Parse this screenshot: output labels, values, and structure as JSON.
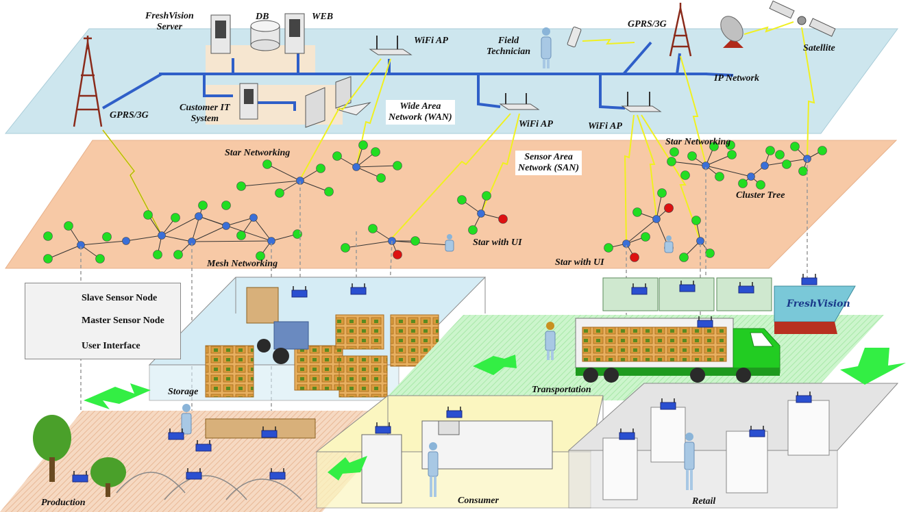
{
  "labels": {
    "freshvision_server": "FreshVision\nServer",
    "db": "DB",
    "web": "WEB",
    "wifi_ap_top": "WiFi AP",
    "field_technician": "Field\nTechnician",
    "gprs_3g_right": "GPRS/3G",
    "satellite": "Satellite",
    "ip_network": "IP Network",
    "customer_it_system": "Customer IT\nSystem",
    "gprs_3g_left": "GPRS/3G",
    "wan": "Wide Area\nNetwork (WAN)",
    "wifi_ap_mid": "WiFi AP",
    "wifi_ap_right": "WiFi AP",
    "star_networking_left": "Star Networking",
    "san": "Sensor Area\nNetwork (SAN)",
    "star_networking_right": "Star Networking",
    "cluster_tree": "Cluster Tree",
    "star_with_ui_mid": "Star with UI",
    "mesh_networking": "Mesh Networking",
    "star_with_ui_right": "Star with UI",
    "storage": "Storage",
    "transportation": "Transportation",
    "production": "Production",
    "consumer": "Consumer",
    "retail": "Retail",
    "ship_brand": "FreshVision"
  },
  "legend": {
    "slave": "Slave Sensor Node",
    "master": "Master Sensor Node",
    "ui": "User Interface"
  },
  "colors": {
    "slave_node": "#22dd22",
    "master_node": "#3a6fd8",
    "user_interface": "#dd1111",
    "ip_plane": "#cde6ee",
    "san_plane": "#f7c9a6",
    "network_line": "#2f5fc8",
    "wireless_link": "#f0f020",
    "arrow": "#33ee44",
    "truck": "#22cc22"
  }
}
